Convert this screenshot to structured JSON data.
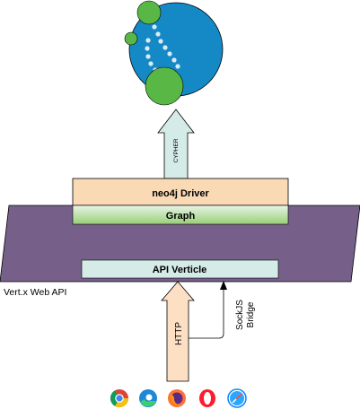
{
  "diagram": {
    "cypher_label": "CYPHER",
    "driver_label": "neo4j Driver",
    "graph_label": "Graph",
    "api_verticle_label": "API Verticle",
    "platform_label": "Vert.x Web API",
    "http_label": "HTTP",
    "sockjs_line1": "SockJS",
    "sockjs_line2": "Bridge"
  },
  "logo": {
    "name": "neo4j-logo-icon"
  },
  "browsers": [
    {
      "name": "chrome-icon"
    },
    {
      "name": "edge-icon"
    },
    {
      "name": "firefox-icon"
    },
    {
      "name": "opera-icon"
    },
    {
      "name": "safari-icon"
    }
  ],
  "colors": {
    "driver_fill": "#fad9b5",
    "graph_fill": "#d5e8d4",
    "platform_fill": "#76608a",
    "verticle_fill": "#d5ebe8",
    "cypher_arrow_fill": "#d5ebe8",
    "http_arrow_fill": "#fde0c4",
    "logo_blue": "#1589c6",
    "logo_green": "#59b845"
  }
}
